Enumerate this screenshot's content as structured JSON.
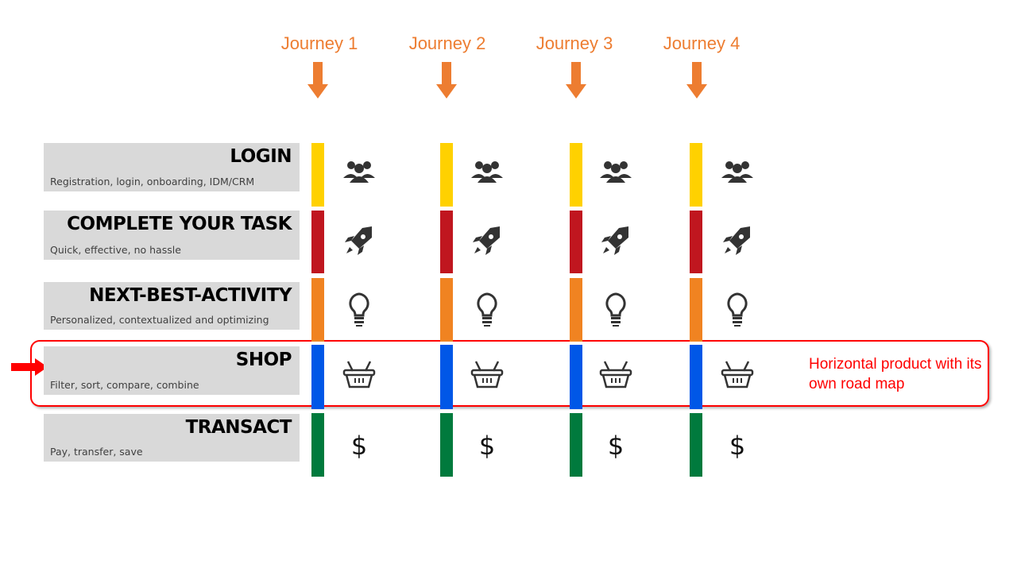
{
  "journeys": [
    {
      "label": "Journey 1"
    },
    {
      "label": "Journey 2"
    },
    {
      "label": "Journey 3"
    },
    {
      "label": "Journey 4"
    }
  ],
  "rows": [
    {
      "title": "LOGIN",
      "subtitle": "Registration, login, onboarding, IDM/CRM",
      "color": "#FFD100",
      "icon": "users-icon"
    },
    {
      "title": "COMPLETE YOUR TASK",
      "subtitle": "Quick, effective, no hassle",
      "color": "#C0161F",
      "icon": "rocket-icon"
    },
    {
      "title": "NEXT-BEST-ACTIVITY",
      "subtitle": "Personalized, contextualized and optimizing",
      "color": "#F08321",
      "icon": "lightbulb-icon"
    },
    {
      "title": "SHOP",
      "subtitle": "Filter, sort, compare, combine",
      "color": "#0057E7",
      "icon": "basket-icon"
    },
    {
      "title": "TRANSACT",
      "subtitle": "Pay, transfer, save",
      "color": "#007A3D",
      "icon": "dollar-icon"
    }
  ],
  "highlight_note": "Horizontal product with its own road map",
  "colors": {
    "journey": "#ED7D31",
    "highlight": "#FF0000"
  }
}
